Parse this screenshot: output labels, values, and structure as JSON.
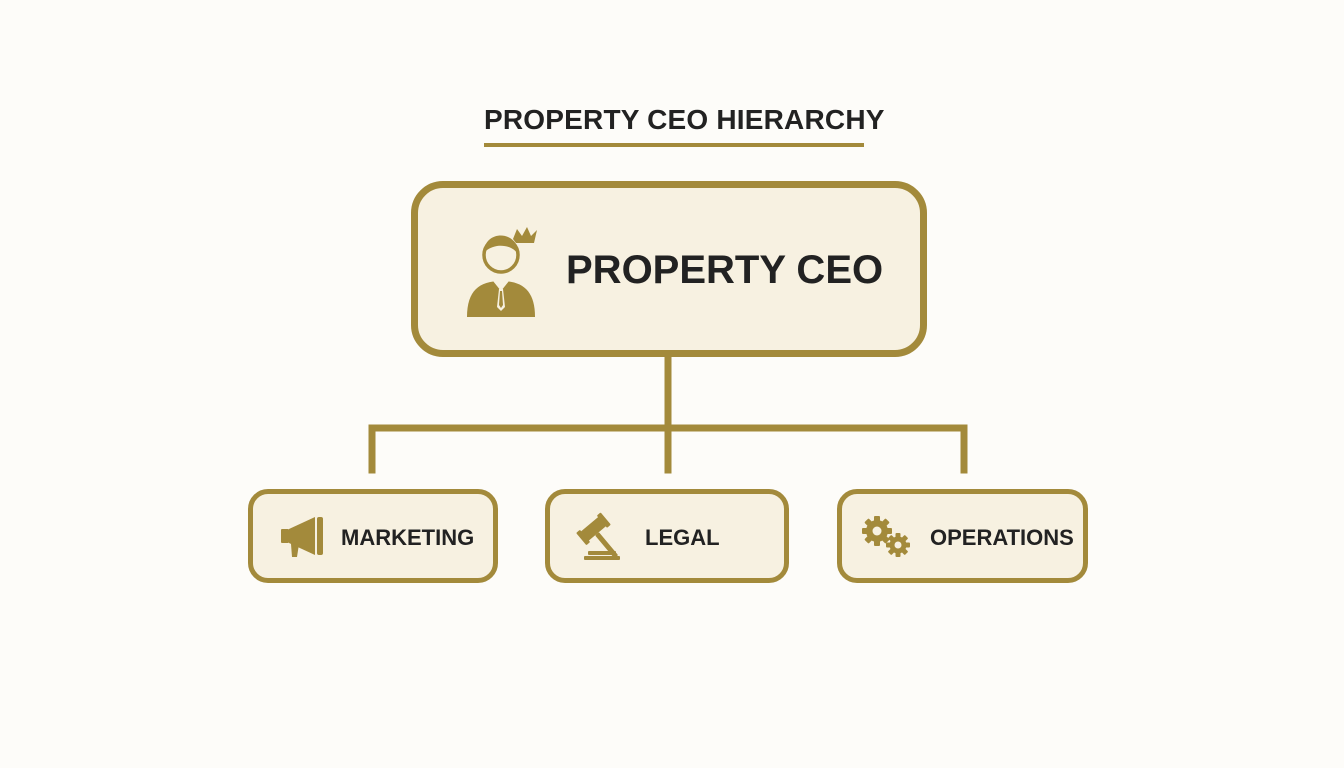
{
  "title": "PROPERTY CEO HIERARCHY",
  "colors": {
    "accent": "#a38a3b",
    "node_fill": "#f7f1e1",
    "text": "#222222",
    "background": "#fdfcf9"
  },
  "root": {
    "label": "PROPERTY CEO",
    "icon": "businessman-with-crown-icon"
  },
  "children": [
    {
      "label": "MARKETING",
      "icon": "megaphone-icon"
    },
    {
      "label": "LEGAL",
      "icon": "gavel-icon"
    },
    {
      "label": "OPERATIONS",
      "icon": "gears-icon"
    }
  ]
}
